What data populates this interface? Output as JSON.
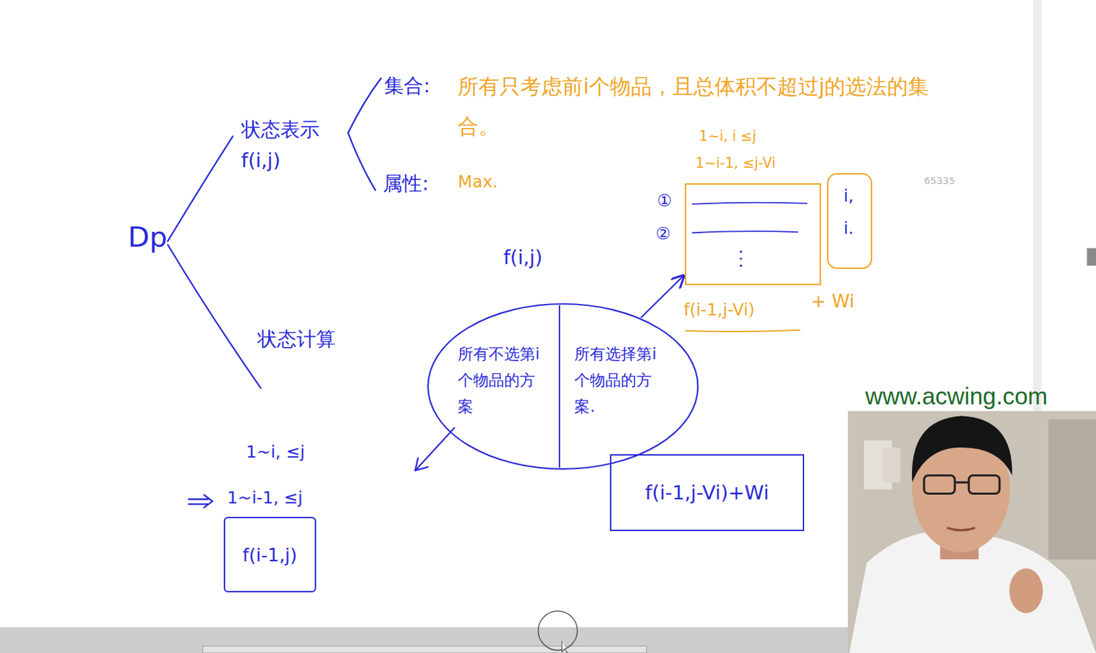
{
  "diagram": {
    "nodes": [
      {
        "text": [
          "①",
          "②"
        ]
      },
      {
        "text": [
          "i,",
          "i."
        ]
      },
      {
        "text": [
          "f(i,j)",
          "所有不选第i个物品的方案",
          "所有选择第i个物品的方案."
        ]
      },
      {
        "text": [
          "f(i-1,j-Vi)+Wi"
        ]
      },
      {
        "text": [
          "f(i-1,j)"
        ]
      }
    ],
    "edges": [
      {
        "from": 2,
        "to": 0,
        "arrow": "to"
      }
    ],
    "labels": [
      "Dp",
      "状态表示",
      "f(i,j)",
      "集合:",
      "所有只考虑前i个物品，且总体积不超过j的选法的集合。",
      "属性:",
      "Max.",
      "状态计算",
      "1~i, i ≤j",
      "1~i-1, ≤j-Vi",
      "f(i-1,j-Vi)",
      "+ Wi",
      "1~i, ≤j",
      "1~i-1, ≤j",
      "65335",
      "www.acwing.com"
    ]
  }
}
